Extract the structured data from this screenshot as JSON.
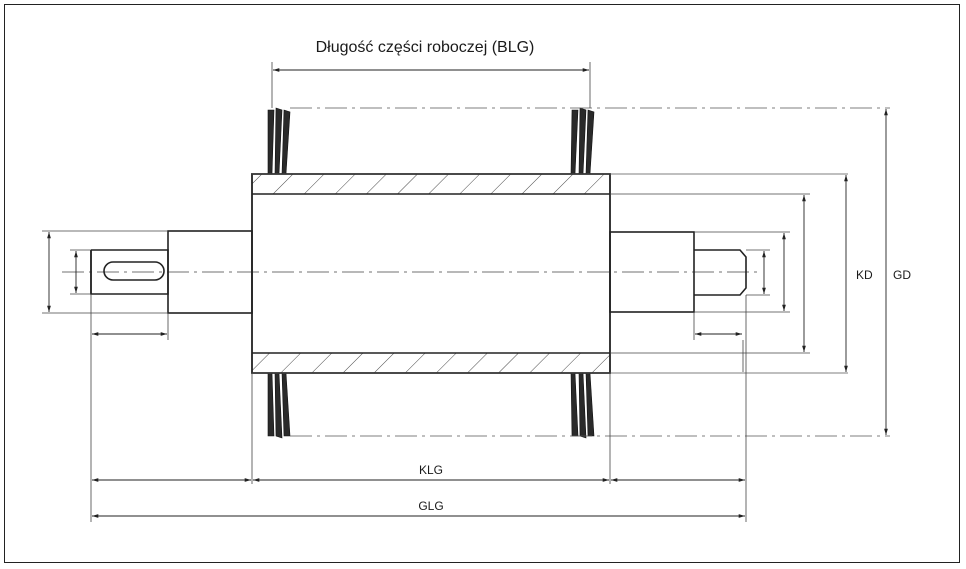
{
  "labels": {
    "working_length": "Długość części roboczej (BLG)",
    "core_diameter": "KD",
    "total_diameter": "GD",
    "core_length": "KLG",
    "total_length": "GLG"
  }
}
